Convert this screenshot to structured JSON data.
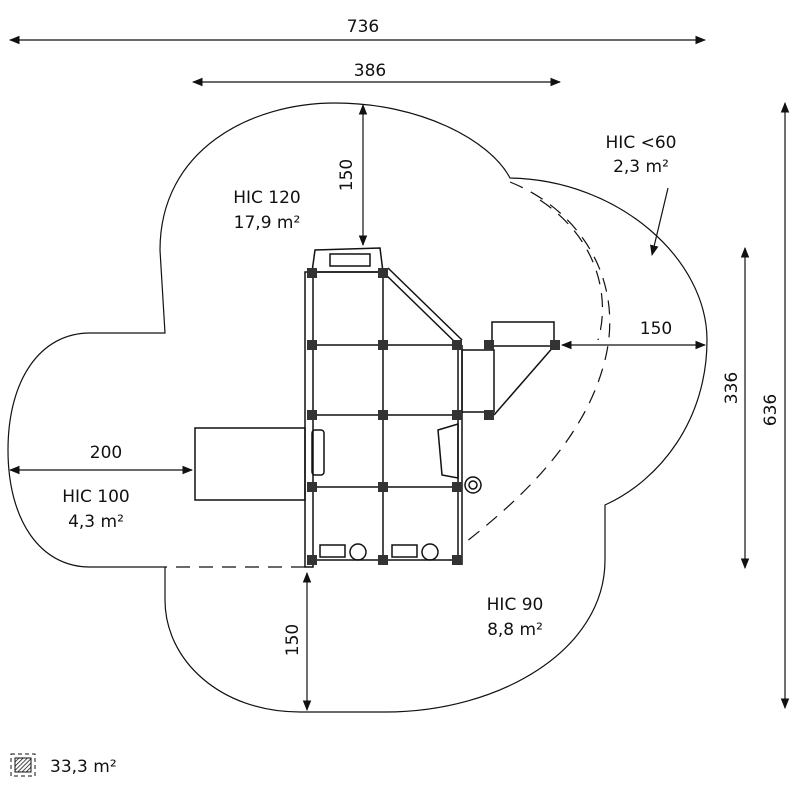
{
  "dimensions": {
    "total_width": "736",
    "structure_width": "386",
    "top_clearance": "150",
    "right_clearance": "150",
    "left_clearance": "200",
    "bottom_clearance": "150",
    "structure_depth": "336",
    "total_depth": "636"
  },
  "zones": [
    {
      "hic": "HIC 120",
      "area": "17,9 m²"
    },
    {
      "hic": "HIC <60",
      "area": "2,3 m²"
    },
    {
      "hic": "HIC 100",
      "area": "4,3 m²"
    },
    {
      "hic": "HIC 90",
      "area": "8,8 m²"
    }
  ],
  "legend": {
    "icon": "hatched-square-icon",
    "total_area": "33,3 m²"
  }
}
